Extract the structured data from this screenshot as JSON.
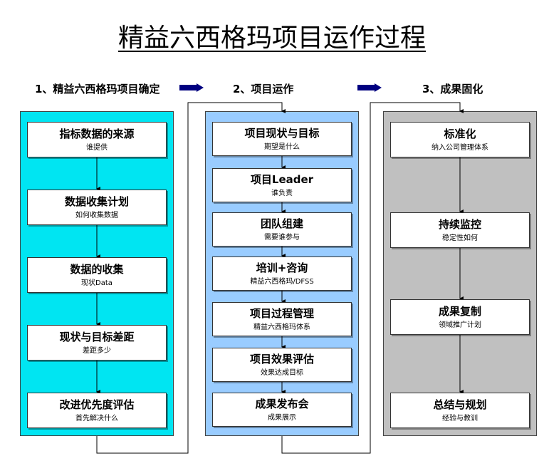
{
  "title": "精益六西格玛项目运作过程",
  "phases": [
    {
      "label": "1、精益六西格玛项目确定",
      "color": "#00e5f2",
      "steps": [
        {
          "title": "指标数据的来源",
          "sub": "谁提供"
        },
        {
          "title": "数据收集计划",
          "sub": "如何收集数据"
        },
        {
          "title": "数据的收集",
          "sub": "现状Data"
        },
        {
          "title": "现状与目标差距",
          "sub": "差距多少"
        },
        {
          "title": "改进优先度评估",
          "sub": "首先解决什么"
        }
      ]
    },
    {
      "label": "2、项目运作",
      "color": "#99ccff",
      "steps": [
        {
          "title": "项目现状与目标",
          "sub": "期望是什么"
        },
        {
          "title": "项目Leader",
          "sub": "谁负责"
        },
        {
          "title": "团队组建",
          "sub": "需要谁参与"
        },
        {
          "title": "培训+咨询",
          "sub": "精益六西格玛/DFSS"
        },
        {
          "title": "项目过程管理",
          "sub": "精益六西格玛体系"
        },
        {
          "title": "项目效果评估",
          "sub": "效果达成目标"
        },
        {
          "title": "成果发布会",
          "sub": "成果展示"
        }
      ]
    },
    {
      "label": "3、成果固化",
      "color": "#c0c0c0",
      "steps": [
        {
          "title": "标准化",
          "sub": "纳入公司管理体系"
        },
        {
          "title": "持续监控",
          "sub": "稳定性如何"
        },
        {
          "title": "成果复制",
          "sub": "领域推广计划"
        },
        {
          "title": "总结与规划",
          "sub": "经验与教训"
        }
      ]
    }
  ],
  "arrow_color": "#000080"
}
